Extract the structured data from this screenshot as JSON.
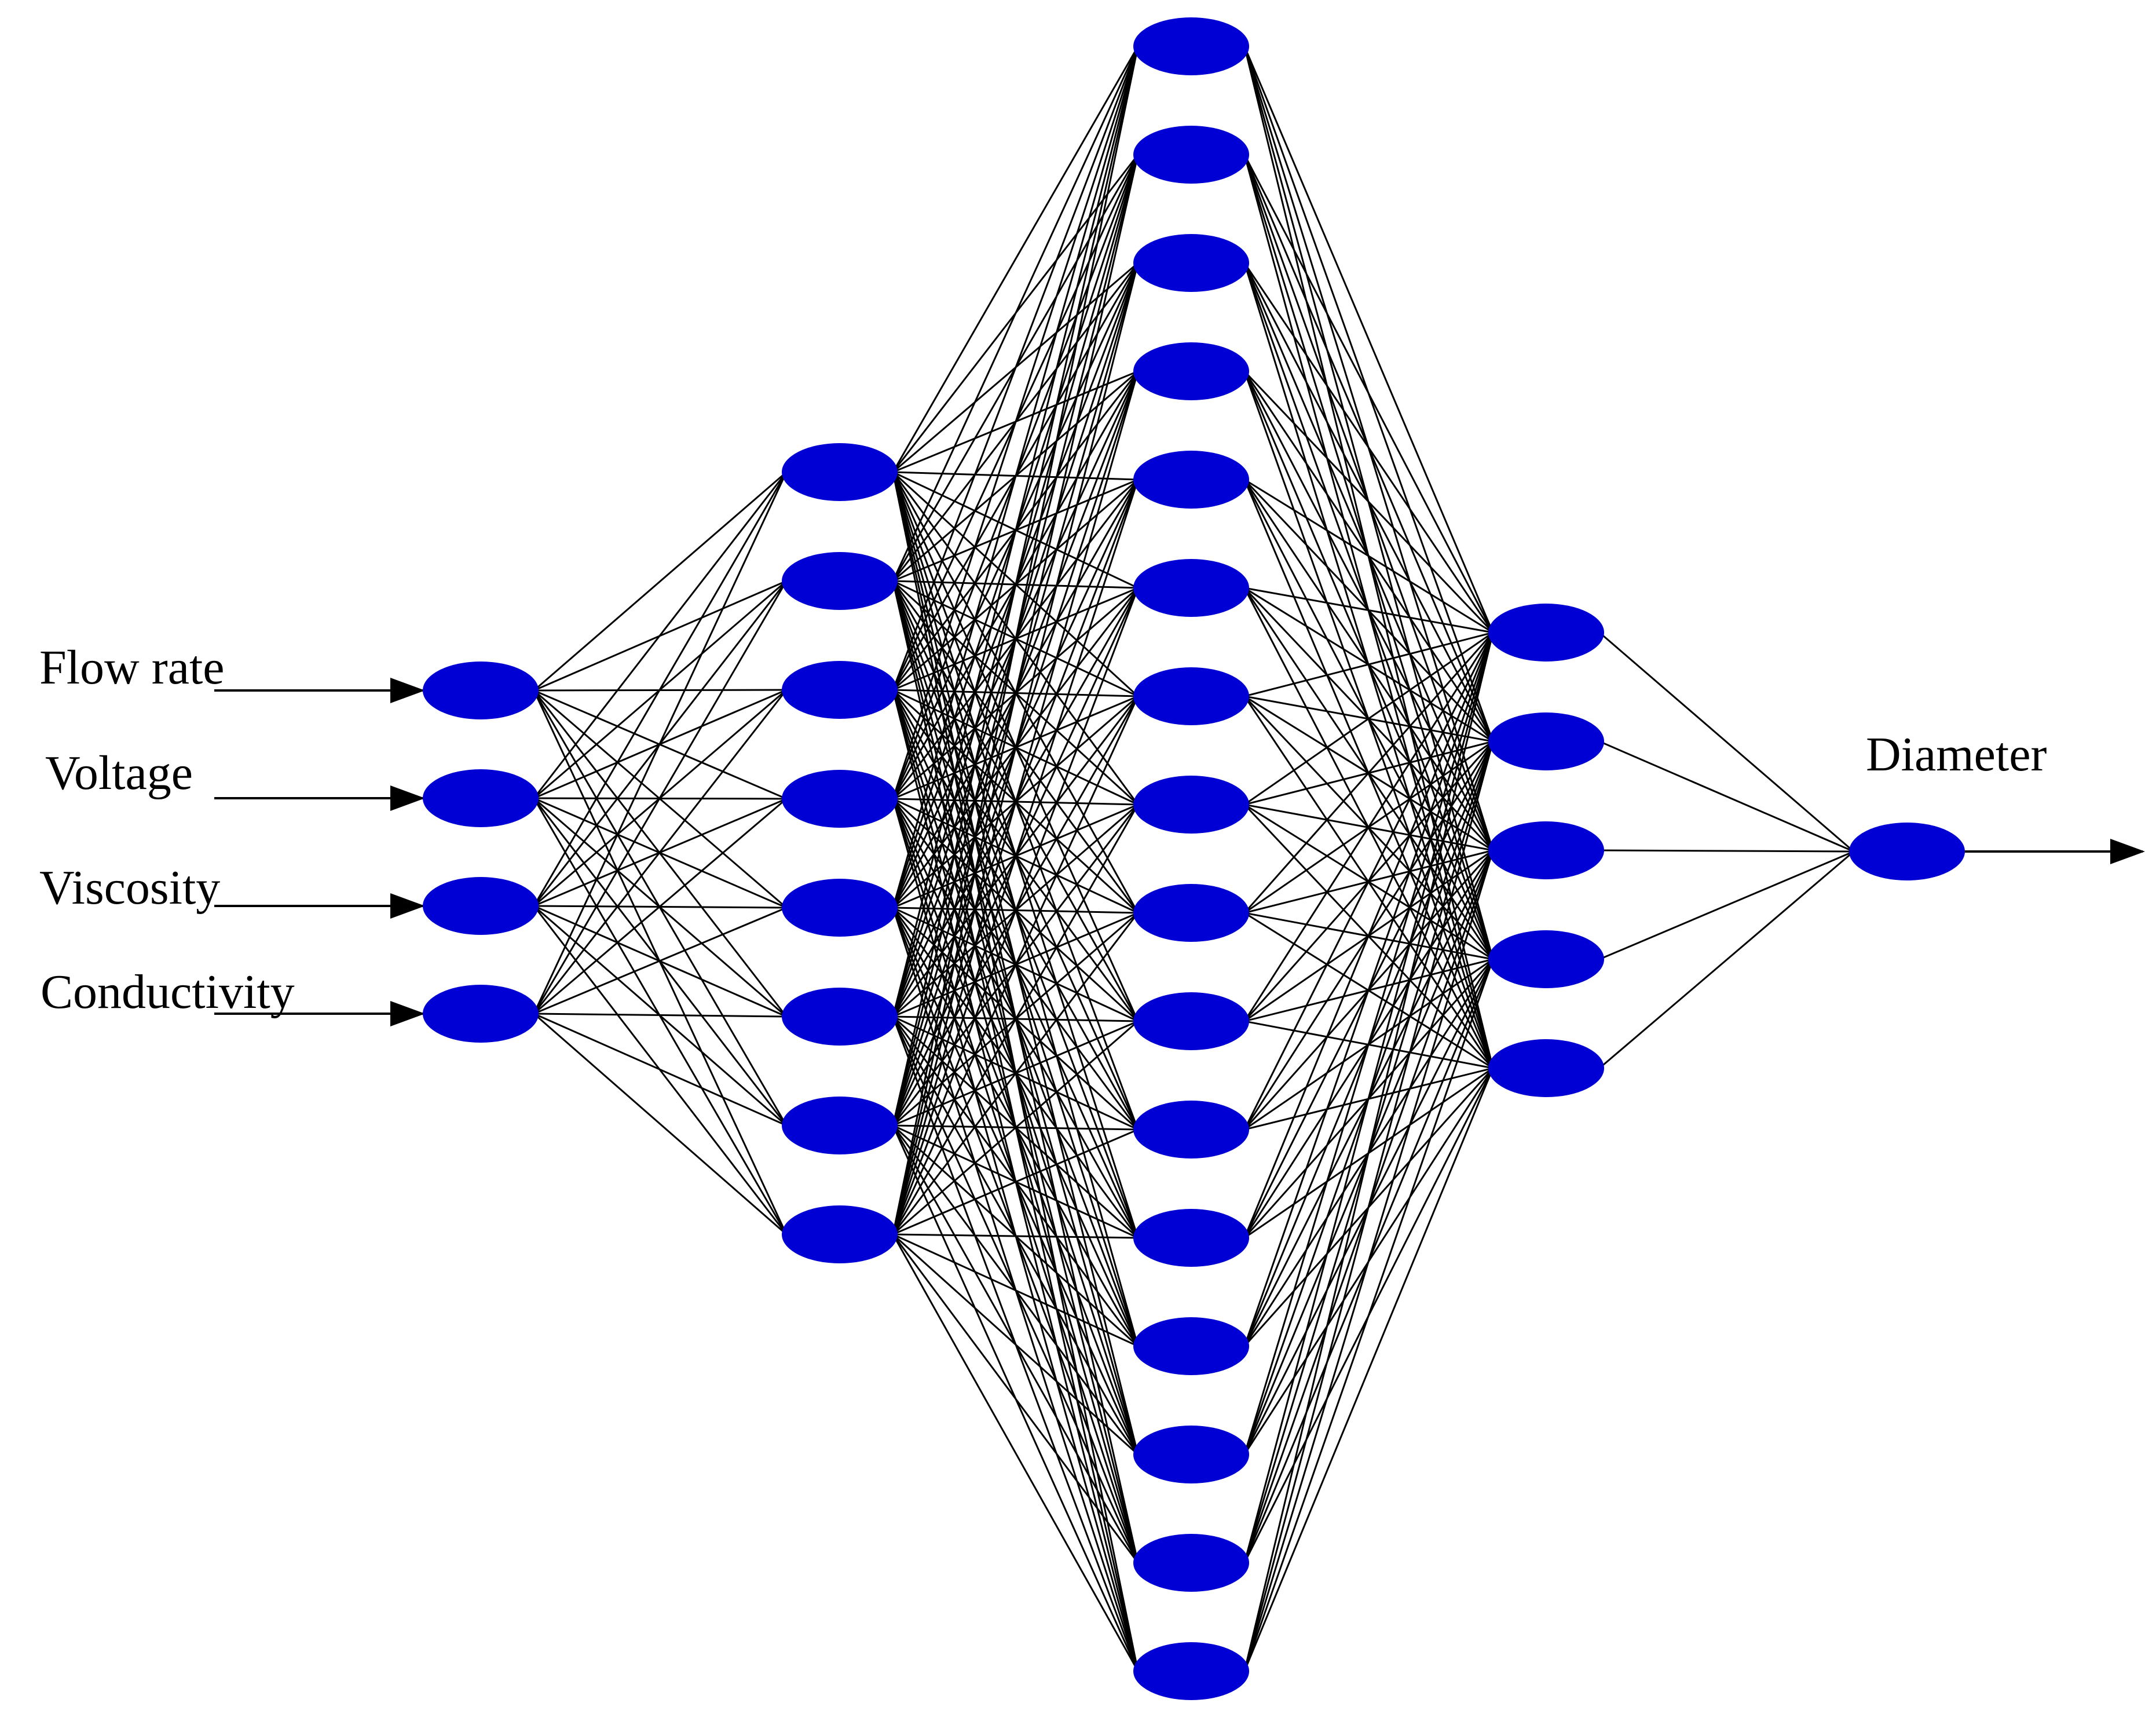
{
  "network": {
    "layer_sizes": [
      4,
      8,
      16,
      5,
      1
    ],
    "inputs": [
      {
        "label": "Flow rate"
      },
      {
        "label": "Voltage"
      },
      {
        "label": "Viscosity"
      },
      {
        "label": "Conductivity"
      }
    ],
    "output": {
      "label": "Diameter"
    }
  },
  "colors": {
    "node": "#0000d4",
    "edge": "#000000",
    "background": "#ffffff"
  }
}
